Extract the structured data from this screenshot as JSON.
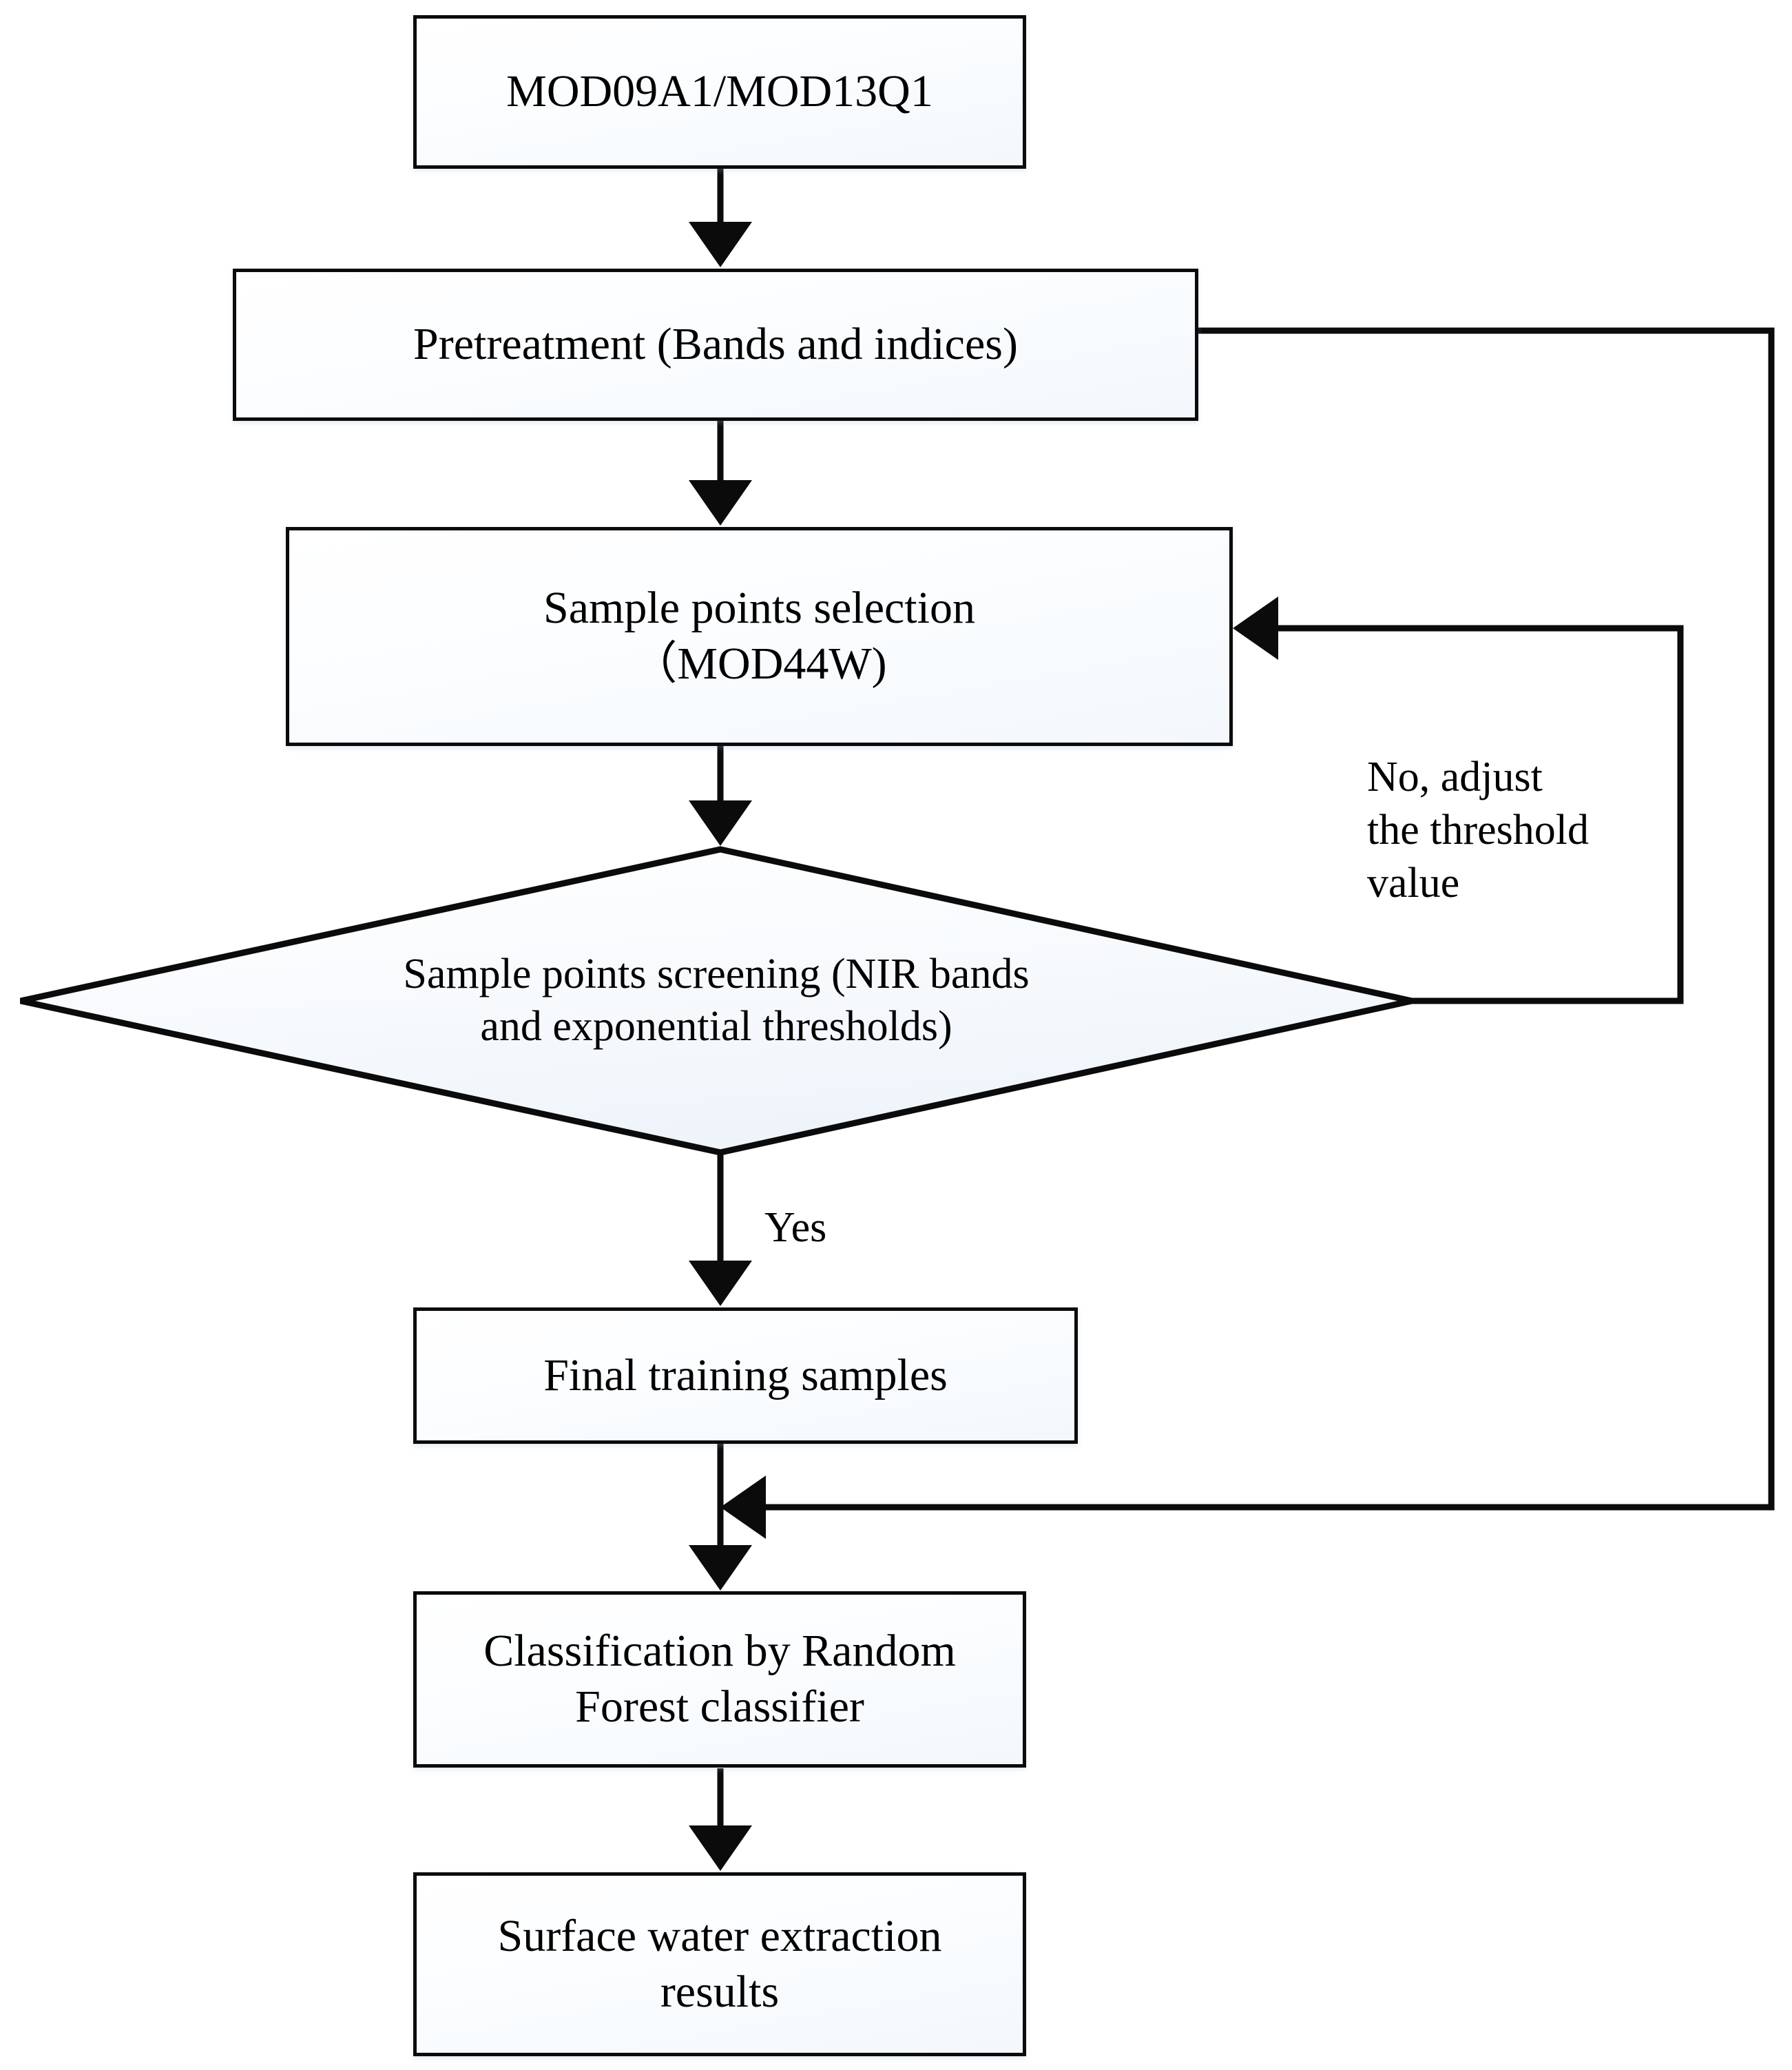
{
  "chart_data": {
    "type": "diagram",
    "title": "Surface water extraction workflow flowchart",
    "nodes": [
      {
        "id": "source",
        "shape": "rectangle",
        "label": "MOD09A1/MOD13Q1"
      },
      {
        "id": "pretreatment",
        "shape": "rectangle",
        "label": "Pretreatment (Bands and indices)"
      },
      {
        "id": "selection",
        "shape": "rectangle",
        "label": "Sample points selection\n（MOD44W)"
      },
      {
        "id": "screening",
        "shape": "diamond",
        "label": "Sample points screening (NIR bands and exponential thresholds)"
      },
      {
        "id": "final",
        "shape": "rectangle",
        "label": "Final training samples"
      },
      {
        "id": "classify",
        "shape": "rectangle",
        "label": "Classification by Random Forest classifier"
      },
      {
        "id": "result",
        "shape": "rectangle",
        "label": "Surface water extraction results"
      }
    ],
    "edges": [
      {
        "from": "source",
        "to": "pretreatment",
        "label": ""
      },
      {
        "from": "pretreatment",
        "to": "selection",
        "label": ""
      },
      {
        "from": "selection",
        "to": "screening",
        "label": ""
      },
      {
        "from": "screening",
        "to": "final",
        "label": "Yes"
      },
      {
        "from": "screening",
        "to": "selection",
        "label": "No, adjust the threshold value"
      },
      {
        "from": "pretreatment",
        "to": "final",
        "label": ""
      },
      {
        "from": "final",
        "to": "classify",
        "label": ""
      },
      {
        "from": "classify",
        "to": "result",
        "label": ""
      }
    ]
  },
  "flowchart": {
    "source": {
      "line1": "MOD09A1/MOD13Q1"
    },
    "pretreatment": {
      "line1": "Pretreatment (Bands and indices)"
    },
    "selection": {
      "line1": "Sample points selection",
      "line2": "（MOD44W)"
    },
    "screening": {
      "line1": "Sample points screening (NIR bands",
      "line2": "and exponential thresholds)"
    },
    "final": {
      "line1": "Final training samples"
    },
    "classify": {
      "line1": "Classification by Random",
      "line2": "Forest classifier"
    },
    "result": {
      "line1": "Surface water extraction",
      "line2": "results"
    },
    "labels": {
      "no_branch": "No, adjust\nthe threshold\nvalue",
      "yes_branch": "Yes"
    },
    "colors": {
      "stroke": "#0b0b0b",
      "fill": "#ffffff",
      "diamond_fill": "#f2f7fb",
      "text": "#000000"
    }
  }
}
